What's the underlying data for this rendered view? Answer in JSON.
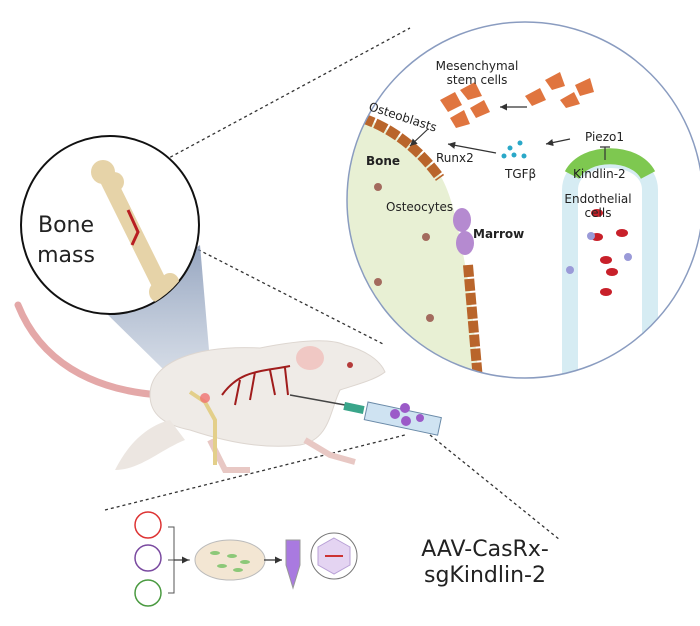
{
  "zoom_circle": {
    "mesenchymal_line1": "Mesenchymal",
    "mesenchymal_line2": "stem cells",
    "osteoblasts": "Osteoblasts",
    "runx2": "Runx2",
    "bone": "Bone",
    "osteocytes": "Osteocytes",
    "marrow": "Marrow",
    "tgfb": "TGFβ",
    "piezo1": "Piezo1",
    "kindlin2": "Kindlin-2",
    "endothelial_line1": "Endothelial",
    "endothelial_line2": "cells"
  },
  "bone_circle": {
    "line1": "Bone",
    "line2": "mass"
  },
  "construct": {
    "line1": "AAV-CasRx-",
    "line2": "sgKindlin-2"
  },
  "colors": {
    "bone_matrix": "#e8f0d4",
    "osteoblast": "#b9652b",
    "msc": "#e0753f",
    "kindlin_cells": "#7ec850",
    "endothelial": "#d6ecf3",
    "rbc": "#c8202a",
    "marrow": "#b58ad0",
    "tgfb": "#2aa8c8",
    "plasmid_colors": [
      "#d33",
      "#7a4aa0",
      "#4a9a40"
    ]
  }
}
